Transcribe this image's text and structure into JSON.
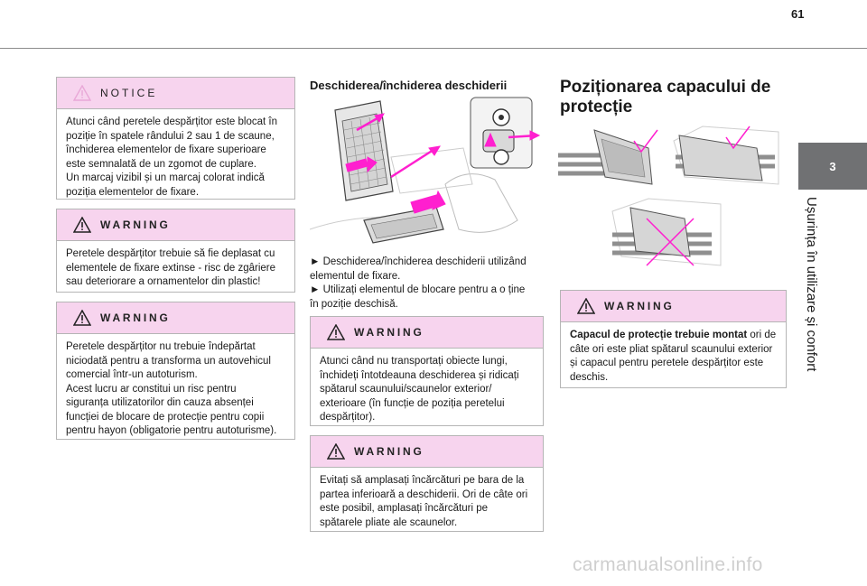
{
  "page": {
    "number": "61"
  },
  "side_tab": {
    "chapter": "3",
    "title": "Ușurința în utilizare și confort"
  },
  "col1": {
    "notice": {
      "title": "NOTICE",
      "lines": [
        "Atunci când peretele despărțitor este blocat în",
        "poziție în spatele rândului 2 sau 1 de scaune,",
        "închiderea elementelor de fixare superioare",
        "este semnalată de un zgomot de cuplare.",
        "Un marcaj vizibil și un marcaj colorat indică",
        "poziția elementelor de fixare."
      ]
    },
    "warning1": {
      "title": "WARNING",
      "lines": [
        "Peretele despărțitor trebuie să fie deplasat cu",
        "elementele de fixare extinse - risc de zgâriere",
        "sau deteriorare a ornamentelor din plastic!"
      ]
    },
    "warning2": {
      "title": "WARNING",
      "lines": [
        "Peretele despărțitor nu trebuie îndepărtat",
        "niciodată pentru a transforma un autovehicul",
        "comercial într-un autoturism.",
        "Acest lucru ar constitui un risc pentru",
        "siguranța utilizatorilor din cauza absenței",
        "funcției de blocare de protecție pentru copii",
        "pentru hayon (obligatorie pentru autoturisme)."
      ]
    }
  },
  "col2": {
    "heading": "Deschiderea/închiderea deschiderii",
    "instructions": [
      "►  Deschiderea/închiderea deschiderii utilizând",
      "elementul de fixare.",
      "►  Utilizați elementul de blocare pentru a o ține",
      "în poziție deschisă."
    ],
    "warning1": {
      "title": "WARNING",
      "lines": [
        "Atunci când nu transportați obiecte lungi,",
        "închideți întotdeauna deschiderea și ridicați",
        "spătarul scaunului/scaunelor exterior/",
        "exterioare (în funcție de poziția peretelui",
        "despărțitor)."
      ]
    },
    "warning2": {
      "title": "WARNING",
      "lines": [
        "Evitați să amplasați încărcături pe bara de la",
        "partea inferioară a deschiderii. Ori de câte ori",
        "este posibil, amplasați încărcături pe",
        "spătarele pliate ale scaunelor."
      ]
    }
  },
  "col3": {
    "heading_line1": "Poziționarea capacului de",
    "heading_line2": "protecție",
    "warning": {
      "title": "WARNING",
      "bold": "Capacul de protecție trebuie montat",
      "after_bold": " ori de",
      "lines": [
        "câte ori este pliat spătarul scaunului exterior",
        "și capacul pentru peretele despărțitor este",
        "deschis."
      ]
    }
  },
  "footer": {
    "watermark": "carmanualsonline.info"
  },
  "colors": {
    "accent_pink": "#f7d4ee",
    "arrow_magenta": "#ff1fcf",
    "tab_grey": "#707173"
  }
}
